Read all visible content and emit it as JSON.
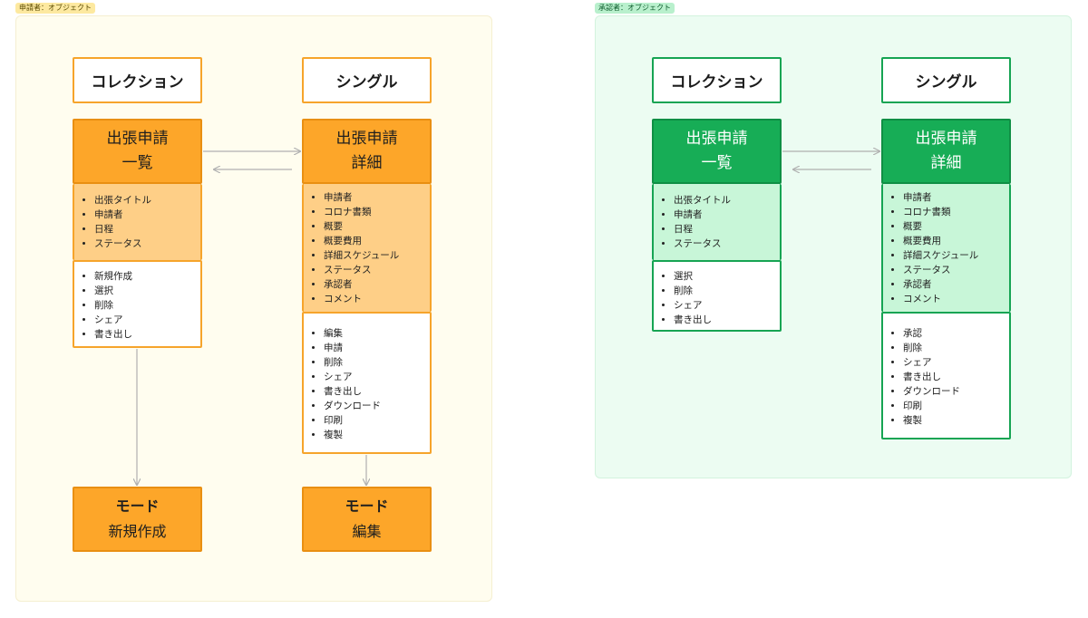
{
  "frames": {
    "applicant": {
      "tag": "申請者：オブジェクト",
      "tag_bg": "#fde9a0",
      "bg": "#fffdef",
      "collection": {
        "header": "コレクション",
        "title_line1": "出張申請",
        "title_line2": "一覧",
        "properties": [
          "出張タイトル",
          "申請者",
          "日程",
          "ステータス"
        ],
        "actions": [
          "新規作成",
          "選択",
          "削除",
          "シェア",
          "書き出し"
        ],
        "mode_label": "モード",
        "mode_value": "新規作成"
      },
      "single": {
        "header": "シングル",
        "title_line1": "出張申請",
        "title_line2": "詳細",
        "properties": [
          "申請者",
          "コロナ書類",
          "概要",
          "概要費用",
          "詳細スケジュール",
          "ステータス",
          "承認者",
          "コメント"
        ],
        "actions": [
          "編集",
          "申請",
          "削除",
          "シェア",
          "書き出し",
          "ダウンロード",
          "印刷",
          "複製"
        ],
        "mode_label": "モード",
        "mode_value": "編集"
      }
    },
    "approver": {
      "tag": "承認者：オブジェクト",
      "tag_bg": "#b9f0cd",
      "bg": "#ecfcf2",
      "collection": {
        "header": "コレクション",
        "title_line1": "出張申請",
        "title_line2": "一覧",
        "properties": [
          "出張タイトル",
          "申請者",
          "日程",
          "ステータス"
        ],
        "actions": [
          "選択",
          "削除",
          "シェア",
          "書き出し"
        ]
      },
      "single": {
        "header": "シングル",
        "title_line1": "出張申請",
        "title_line2": "詳細",
        "properties": [
          "申請者",
          "コロナ書類",
          "概要",
          "概要費用",
          "詳細スケジュール",
          "ステータス",
          "承認者",
          "コメント"
        ],
        "actions": [
          "承認",
          "削除",
          "シェア",
          "書き出し",
          "ダウンロード",
          "印刷",
          "複製"
        ]
      }
    }
  },
  "colors": {
    "orange_fill": "#fda629",
    "orange_border": "#f6a42b",
    "orange_light": "#fecf87",
    "green_fill": "#17ad56",
    "green_border": "#16a453",
    "green_light": "#c8f6d8",
    "arrow": "#b0b0b0"
  }
}
